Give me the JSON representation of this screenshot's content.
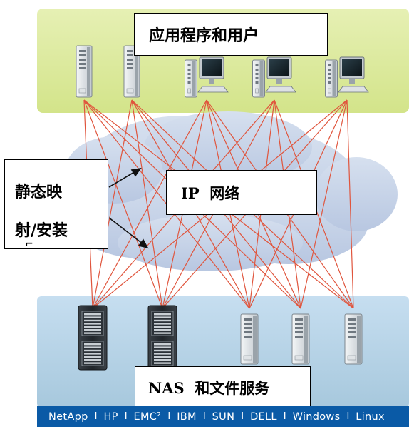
{
  "title_apps": "应用程序和用户",
  "title_network": "IP  网络",
  "title_storage": "NAS  和文件服务",
  "static_label": [
    "静态映",
    "射/安装"
  ],
  "static_mark": "⌐",
  "vendors": [
    "NetApp",
    "HP",
    "EMC²",
    "IBM",
    "SUN",
    "DELL",
    "Windows",
    "Linux"
  ],
  "vendor_separator": "I",
  "colors": {
    "top_band": "#dcea9a",
    "bottom_band": "#b5d3e3",
    "cloud": "#c7d4e8",
    "link": "#e0553d",
    "vendor_bar": "#0a5aa6"
  },
  "clients": [
    {
      "kind": "server"
    },
    {
      "kind": "server"
    },
    {
      "kind": "workstation"
    },
    {
      "kind": "workstation"
    },
    {
      "kind": "workstation"
    }
  ],
  "storage": [
    {
      "kind": "storage-array"
    },
    {
      "kind": "storage-array"
    },
    {
      "kind": "server"
    },
    {
      "kind": "server"
    },
    {
      "kind": "server"
    }
  ],
  "links": [
    [
      0,
      0
    ],
    [
      0,
      1
    ],
    [
      0,
      2
    ],
    [
      0,
      3
    ],
    [
      0,
      4
    ],
    [
      1,
      0
    ],
    [
      1,
      1
    ],
    [
      1,
      2
    ],
    [
      1,
      3
    ],
    [
      1,
      4
    ],
    [
      2,
      0
    ],
    [
      2,
      1
    ],
    [
      2,
      2
    ],
    [
      2,
      3
    ],
    [
      2,
      4
    ],
    [
      3,
      0
    ],
    [
      3,
      1
    ],
    [
      3,
      2
    ],
    [
      3,
      3
    ],
    [
      3,
      4
    ],
    [
      4,
      0
    ],
    [
      4,
      1
    ],
    [
      4,
      2
    ],
    [
      4,
      3
    ],
    [
      4,
      4
    ]
  ]
}
